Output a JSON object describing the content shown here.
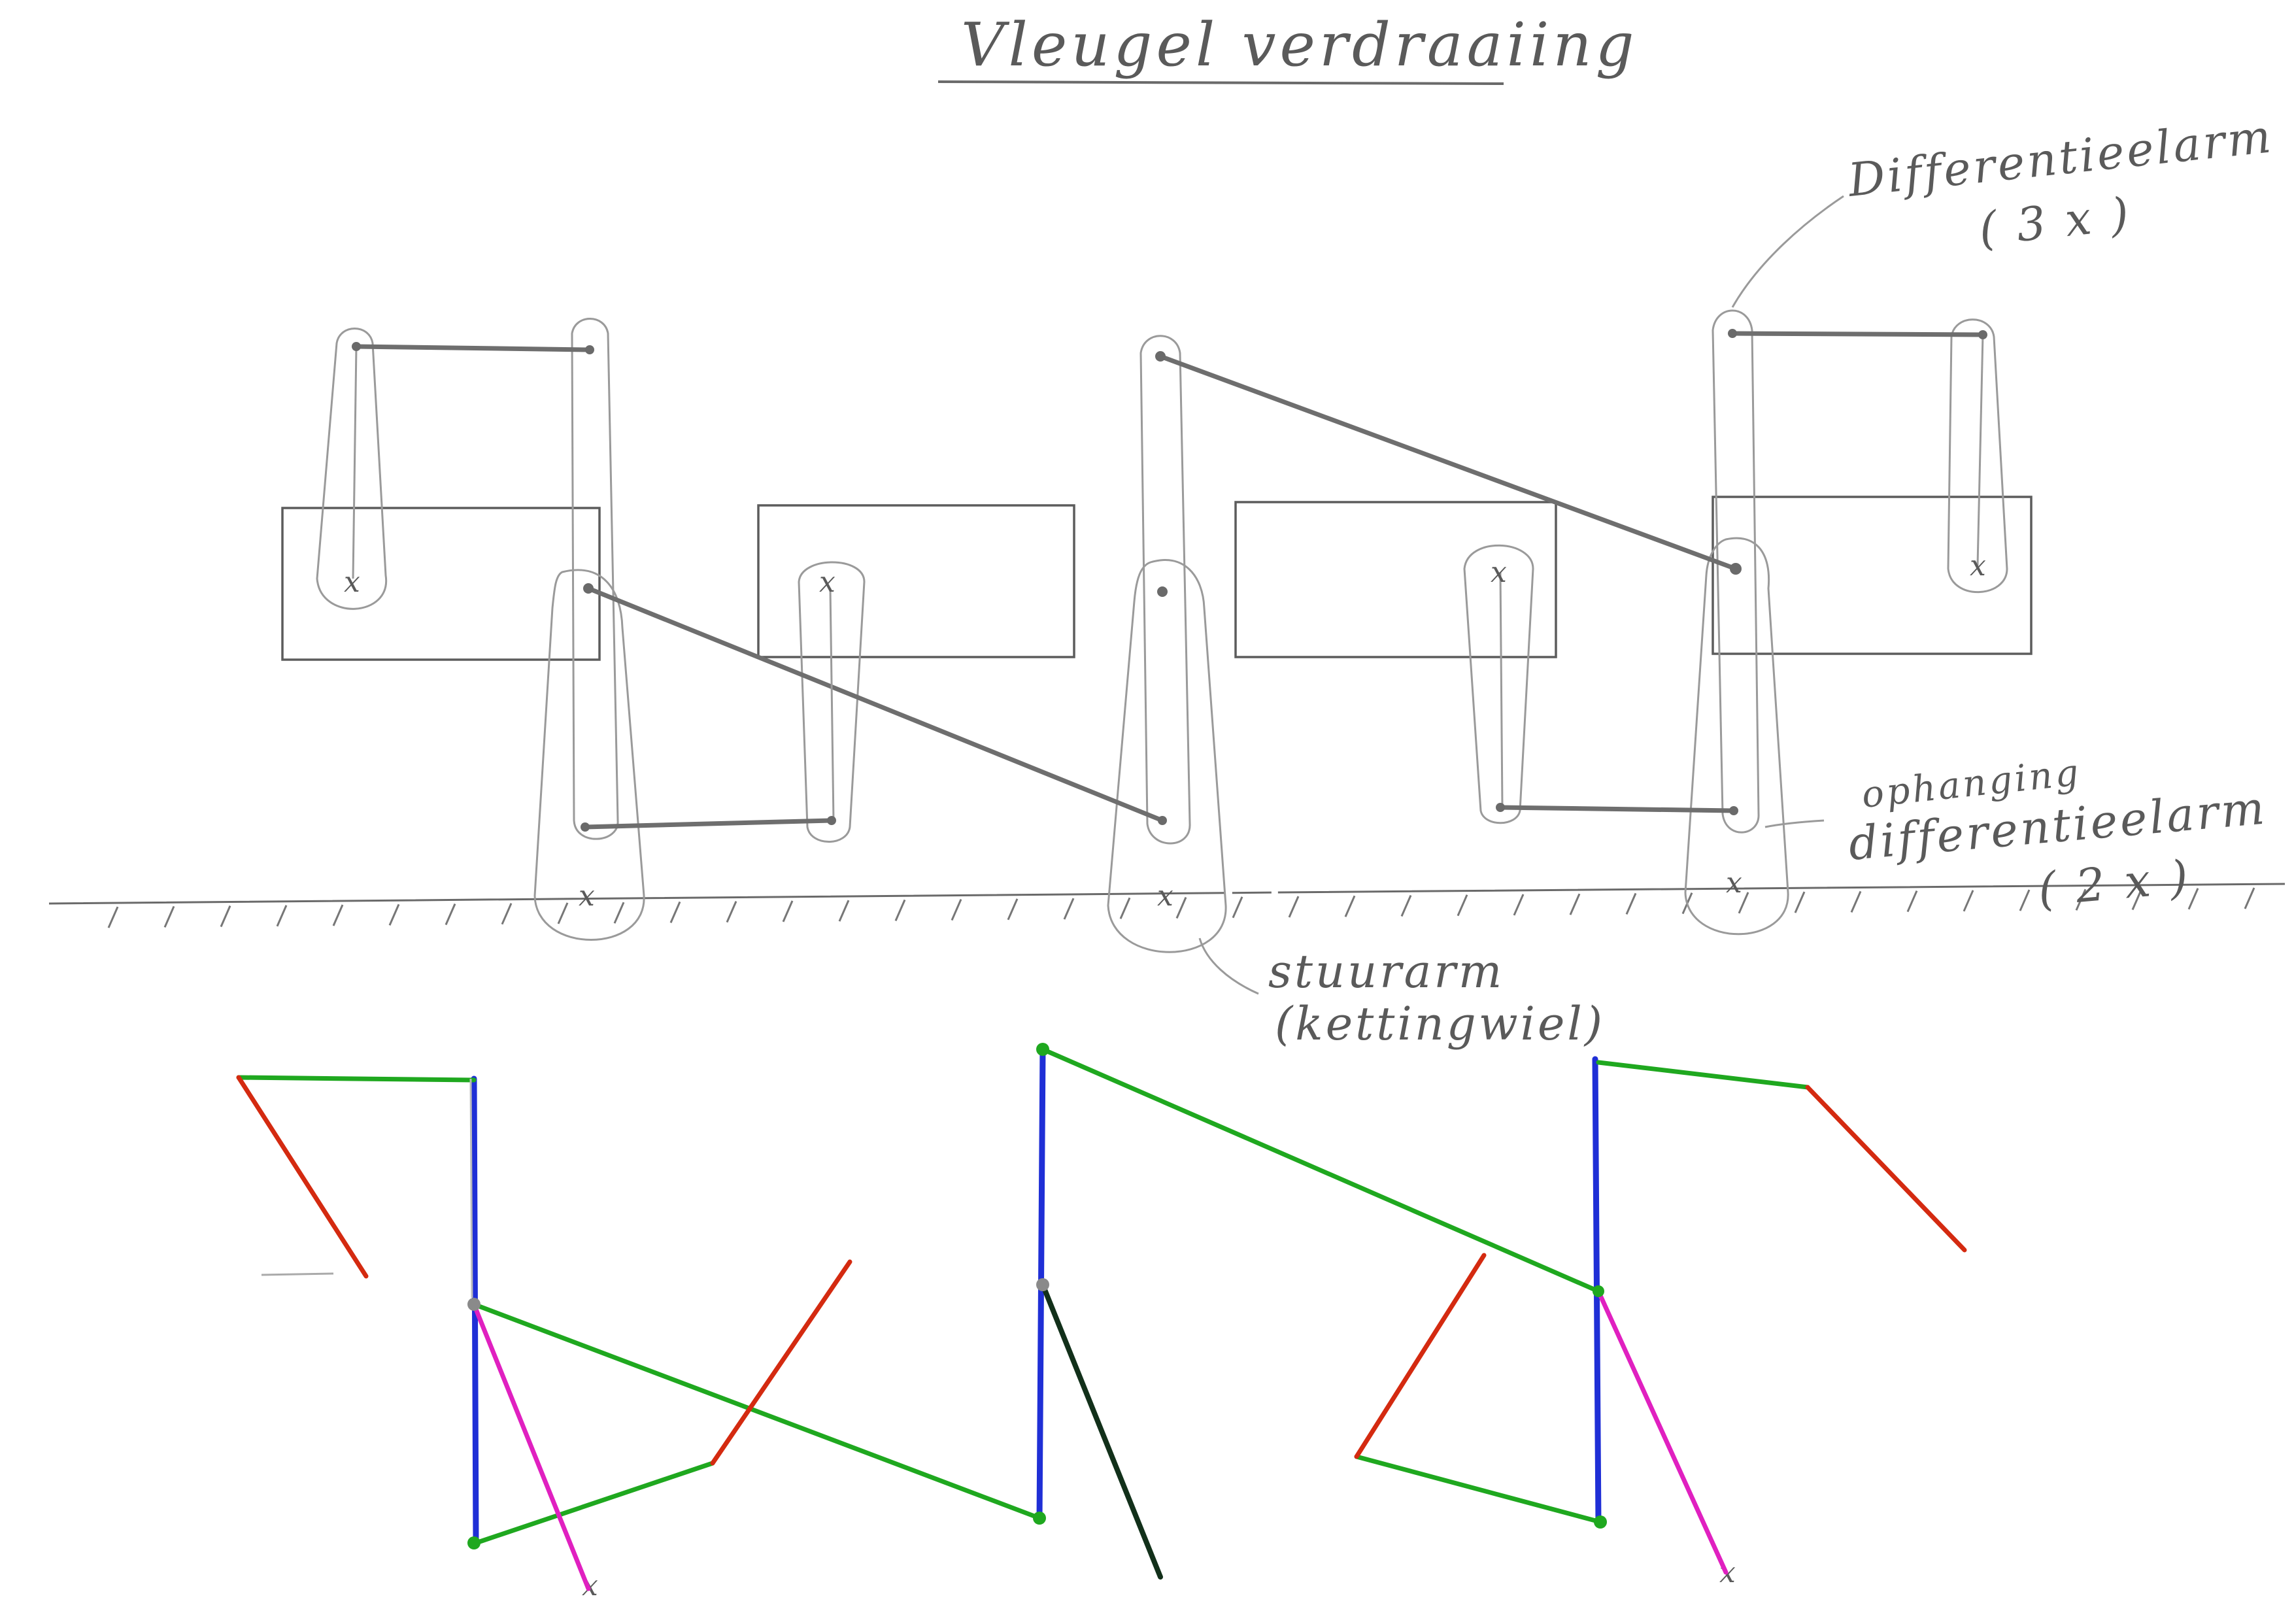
{
  "title": "Vleugel verdraaiing",
  "labels": {
    "differentieelarm": "Differentieelarm",
    "differentieelarm_count": "( 3 x )",
    "ophanging_line1": "ophanging",
    "ophanging_line2": "differentieelarm",
    "ophanging_count": "( 2 x )",
    "stuurarm_line1": "stuurarm",
    "stuurarm_line2": "(kettingwiel)"
  },
  "pivot_marks": [
    "x",
    "x",
    "x",
    "x",
    "x",
    "x",
    "x",
    "x",
    "x"
  ],
  "colors": {
    "pencil": "#9a9a9a",
    "rod": "#6e6e6e",
    "green": "#1fa81f",
    "blue": "#1f2fd6",
    "red": "#d42a10",
    "magenta": "#e020c0",
    "black": "#12301a"
  }
}
